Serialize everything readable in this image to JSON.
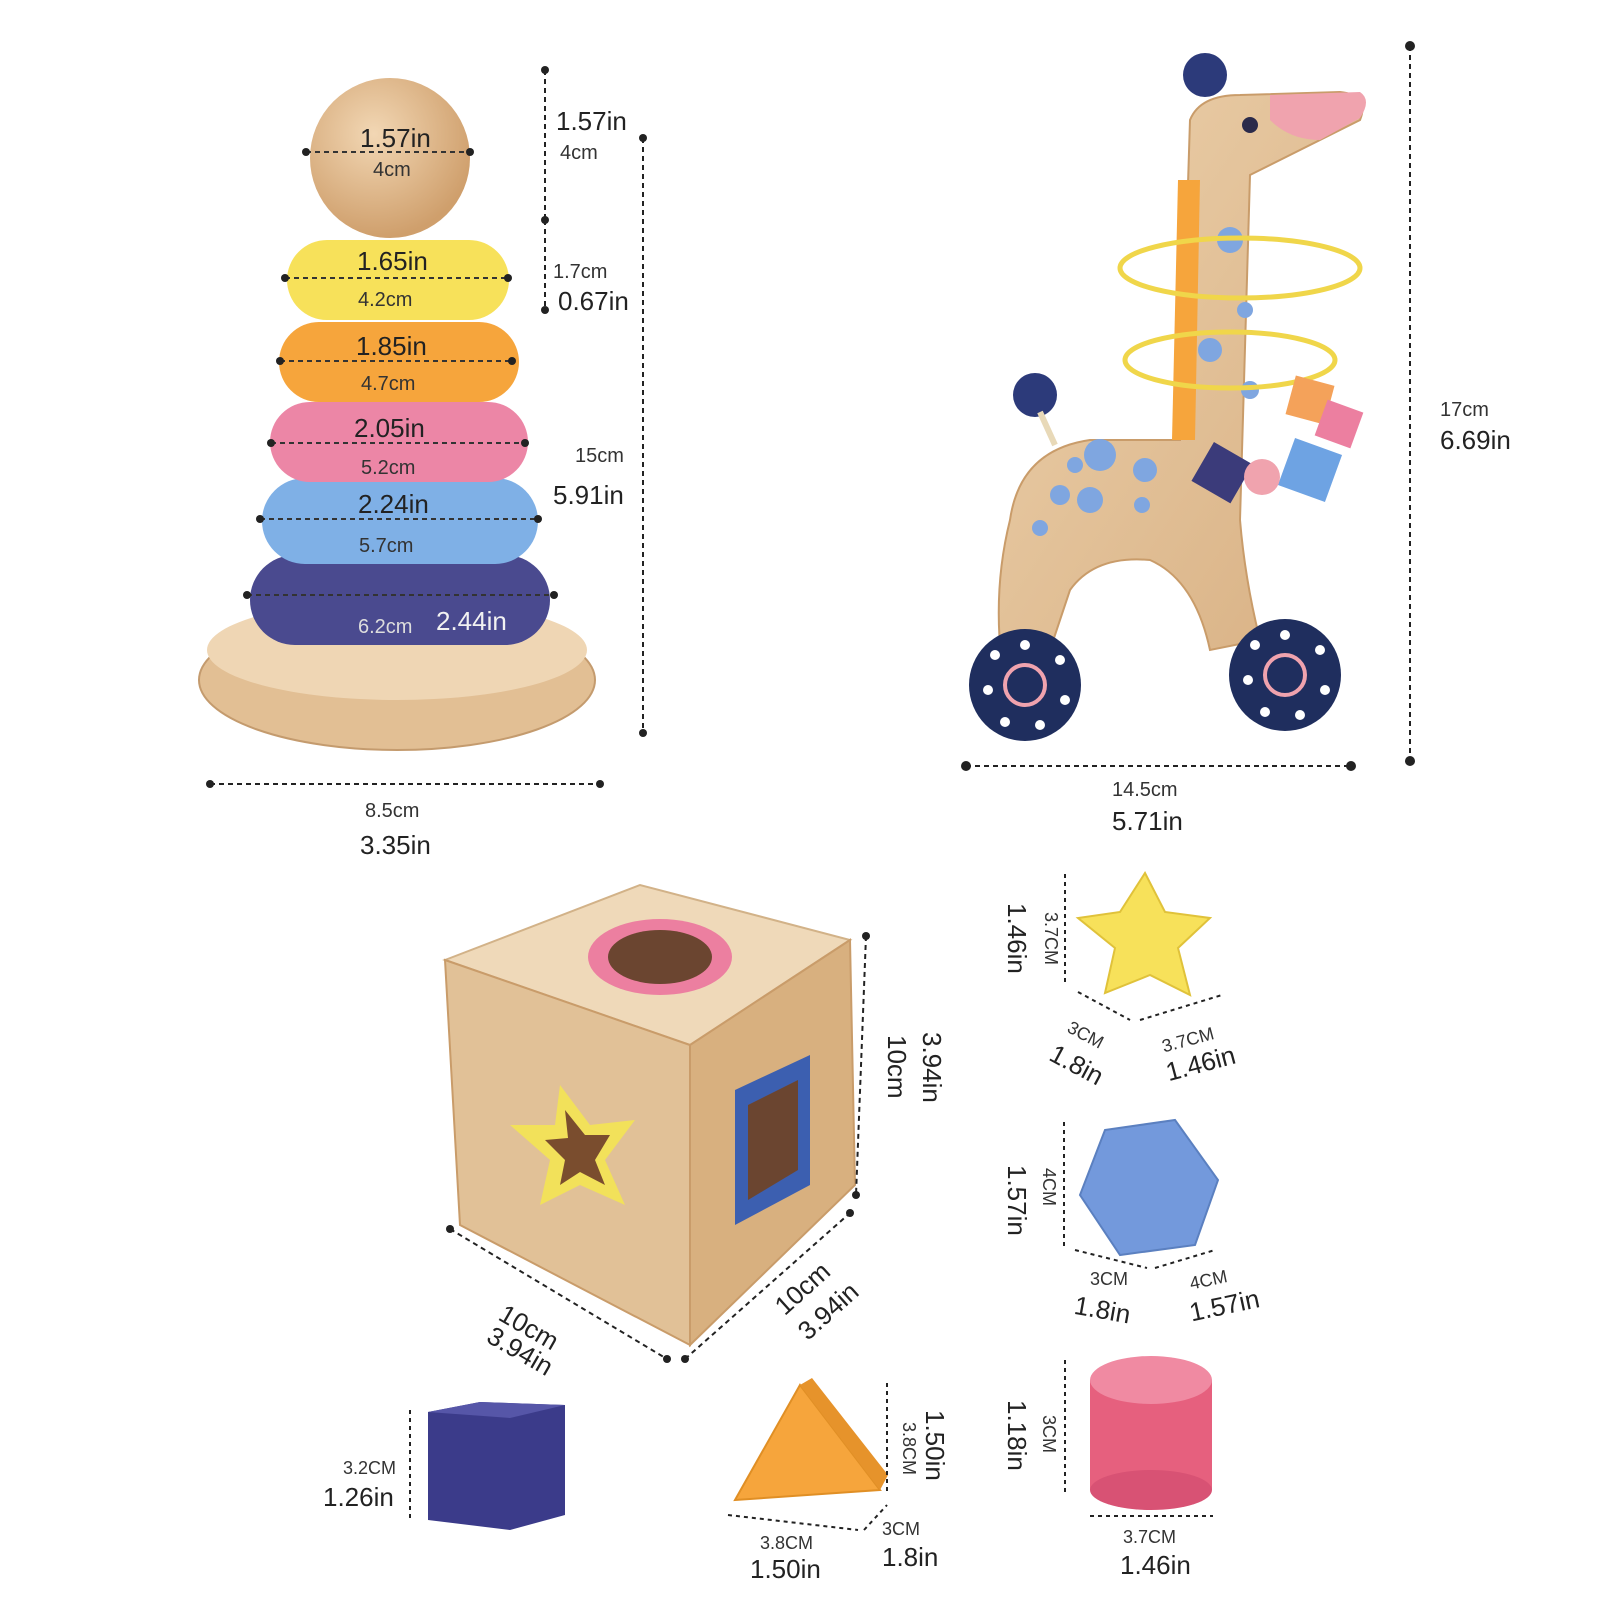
{
  "colors": {
    "wood": "#e8c9a0",
    "wood_dark": "#c99c6a",
    "yellow": "#f7e15a",
    "orange": "#f6a53c",
    "pink": "#ec7fa0",
    "blue": "#7fb0e6",
    "navy": "#4a4a8f",
    "cylinder_pink": "#e6607e",
    "hexagon_blue": "#7399dc",
    "cube_purple": "#3b3b8a"
  },
  "stacker": {
    "ball": {
      "in": "1.57in",
      "cm": "4cm"
    },
    "ball_height": {
      "in": "1.57in",
      "cm": "4cm"
    },
    "ring_height": {
      "cm": "1.7cm",
      "in": "0.67in"
    },
    "rings": [
      {
        "color": "yellow",
        "in": "1.65in",
        "cm": "4.2cm"
      },
      {
        "color": "orange",
        "in": "1.85in",
        "cm": "4.7cm"
      },
      {
        "color": "pink",
        "in": "2.05in",
        "cm": "5.2cm"
      },
      {
        "color": "blue",
        "in": "2.24in",
        "cm": "5.7cm"
      },
      {
        "color": "navy",
        "in": "2.44in",
        "cm": "6.2cm"
      }
    ],
    "height": {
      "cm": "15cm",
      "in": "5.91in"
    },
    "width": {
      "cm": "8.5cm",
      "in": "3.35in"
    }
  },
  "giraffe": {
    "height": {
      "cm": "17cm",
      "in": "6.69in"
    },
    "width": {
      "cm": "14.5cm",
      "in": "5.71in"
    }
  },
  "sorter_cube": {
    "height": {
      "cm": "10cm",
      "in": "3.94in"
    },
    "depth": {
      "cm": "10cm",
      "in": "3.94in"
    },
    "width": {
      "cm": "10cm",
      "in": "3.94in"
    }
  },
  "shapes": {
    "star": {
      "height_cm": "3.7CM",
      "height_in": "1.46in",
      "side_cm": "3CM",
      "side_in": "1.8in",
      "width_cm": "3.7CM",
      "width_in": "1.46in"
    },
    "hexagon": {
      "height_cm": "4CM",
      "height_in": "1.57in",
      "side_cm": "3CM",
      "side_in": "1.8in",
      "width_cm": "4CM",
      "width_in": "1.57in"
    },
    "cylinder": {
      "height_cm": "3CM",
      "height_in": "1.18in",
      "width_cm": "3.7CM",
      "width_in": "1.46in"
    },
    "cube": {
      "height_cm": "3.2CM",
      "height_in": "1.26in"
    },
    "triangle": {
      "height_cm": "3.8CM",
      "height_in": "1.50in",
      "width_cm": "3.8CM",
      "width_in": "1.50in",
      "side_cm": "3CM",
      "side_in": "1.8in"
    }
  }
}
